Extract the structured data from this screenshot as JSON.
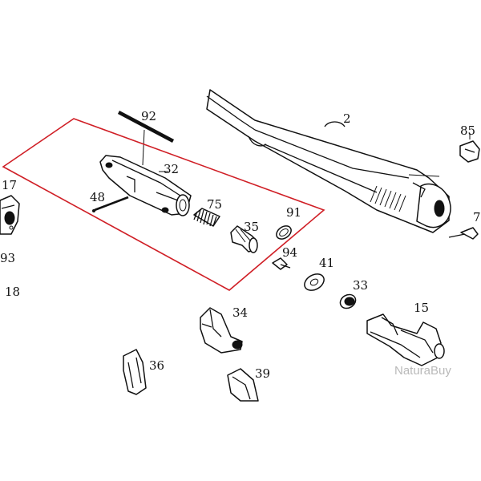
{
  "diagram": {
    "highlight_color": "#d01f26",
    "line_color": "#111111",
    "watermark": "NaturaBuy",
    "labels": {
      "p2": "2",
      "p85": "85",
      "p7": "7",
      "p92": "92",
      "p32": "32",
      "p17": "17",
      "p48": "48",
      "p75": "75",
      "p35": "35",
      "p91": "91",
      "p93": "93",
      "p94": "94",
      "p41": "41",
      "p33": "33",
      "p18": "18",
      "p15": "15",
      "p34": "34",
      "p36": "36",
      "p39": "39"
    }
  }
}
